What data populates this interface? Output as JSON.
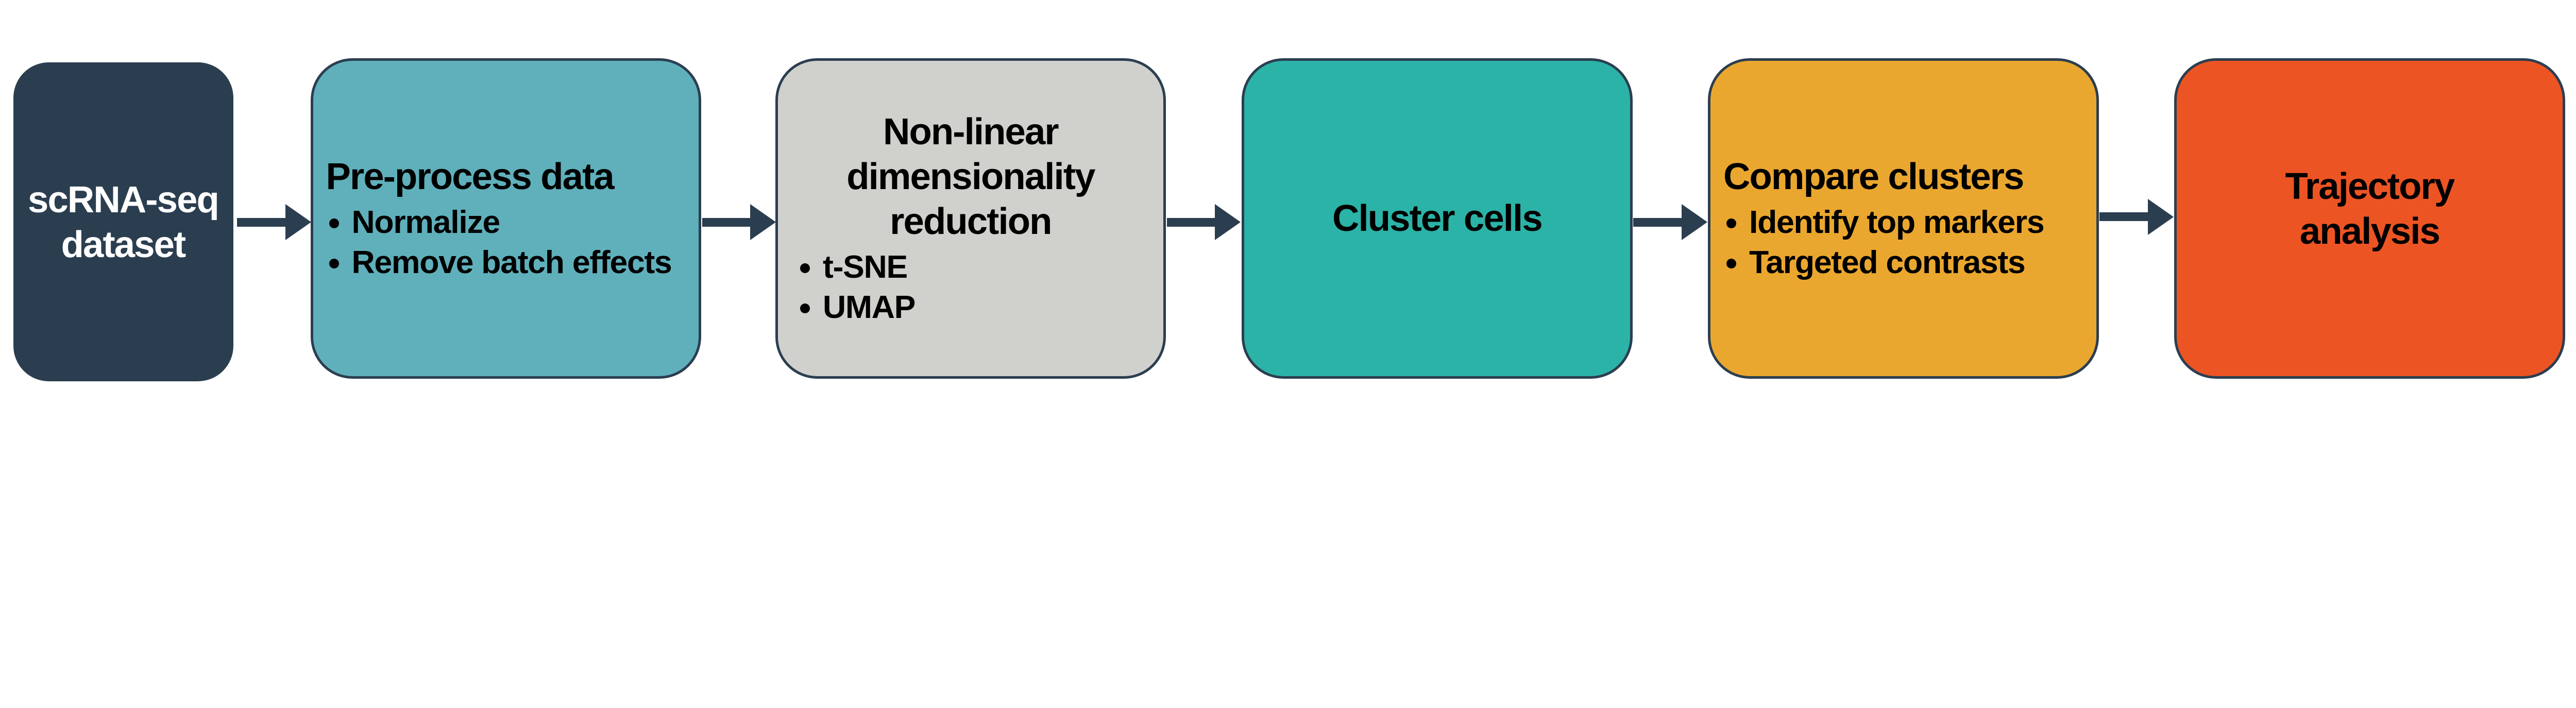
{
  "colors": {
    "outline": "#2b3e50",
    "dataset": "#2b3e50",
    "preprocess": "#5fb0bb",
    "reduction": "#d0d0cc",
    "cluster": "#2bb3a8",
    "compare": "#eaa72f",
    "trajectory": "#ed5424"
  },
  "steps": [
    {
      "title": "scRNA-seq dataset",
      "bullets": []
    },
    {
      "title": "Pre-process data",
      "bullets": [
        "Normalize",
        "Remove batch effects"
      ]
    },
    {
      "title": "Non-linear dimensionality reduction",
      "bullets": [
        "t-SNE",
        "UMAP"
      ]
    },
    {
      "title": "Cluster cells",
      "bullets": []
    },
    {
      "title": "Compare clusters",
      "bullets": [
        "Identify top markers",
        "Targeted contrasts"
      ]
    },
    {
      "title": "Trajectory analysis",
      "bullets": []
    }
  ],
  "connector_icon": "arrow-right-icon"
}
